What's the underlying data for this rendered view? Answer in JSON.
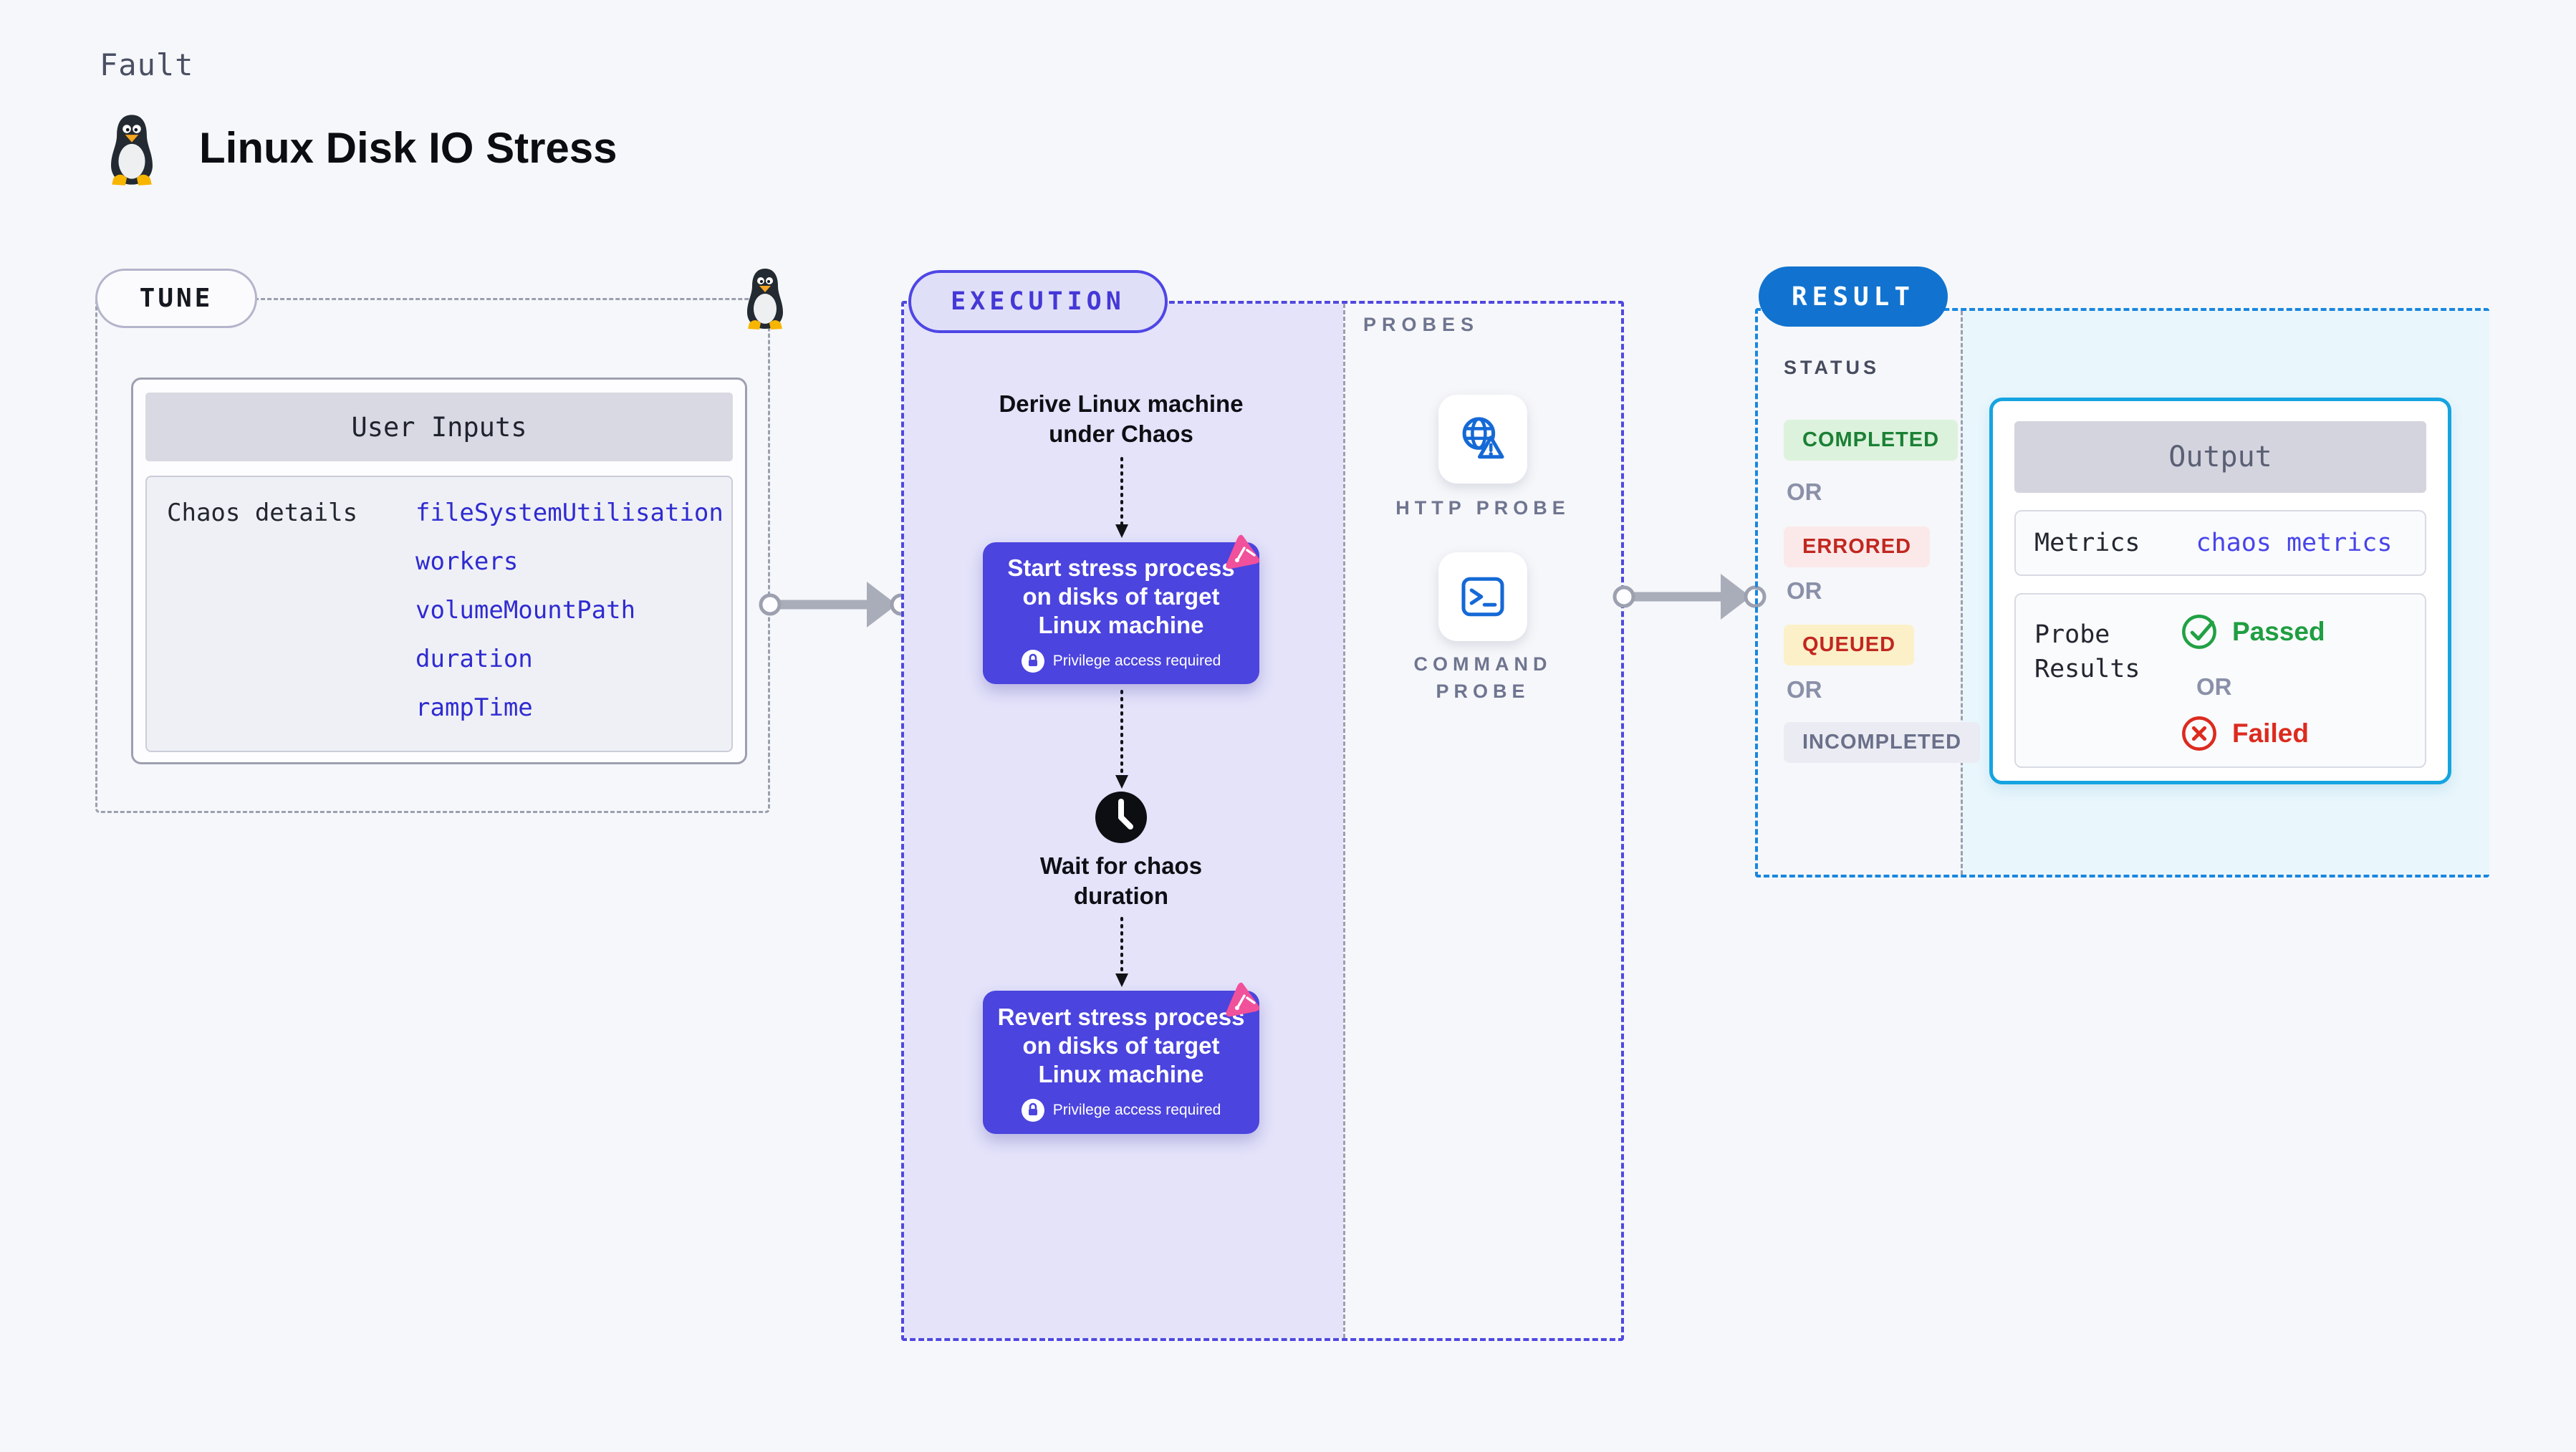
{
  "page": {
    "kicker": "Fault",
    "title": "Linux Disk IO Stress"
  },
  "tune": {
    "label": "TUNE",
    "card_title": "User Inputs",
    "row_label": "Chaos details",
    "params": [
      "fileSystemUtilisation",
      "workers",
      "volumeMountPath",
      "duration",
      "rampTime"
    ]
  },
  "execution": {
    "label": "EXECUTION",
    "derive_text": "Derive Linux machine under Chaos",
    "start_text": "Start stress process on disks of target Linux machine",
    "wait_text": "Wait for chaos duration",
    "revert_text": "Revert stress process on disks of target Linux machine",
    "privilege_text": "Privilege access required"
  },
  "probes": {
    "label": "PROBES",
    "http_label": "HTTP PROBE",
    "command_label": "COMMAND PROBE"
  },
  "result": {
    "label": "RESULT",
    "status_label": "STATUS",
    "or_text": "OR",
    "statuses": [
      {
        "text": "COMPLETED"
      },
      {
        "text": "ERRORED"
      },
      {
        "text": "QUEUED"
      },
      {
        "text": "INCOMPLETED"
      }
    ],
    "output": {
      "title": "Output",
      "metrics_label": "Metrics",
      "metrics_value": "chaos metrics",
      "probe_label": "Probe Results",
      "passed": "Passed",
      "failed": "Failed"
    }
  },
  "colors": {
    "accent_indigo": "#4b44de",
    "accent_blue": "#1173cf",
    "output_border": "#16a4e0",
    "completed_green": "#1b8035",
    "errored_red": "#c1271f",
    "passed_green": "#1f9e41",
    "failed_red": "#dc2b1f",
    "param_blue": "#2f2bd1",
    "litmus_pink": "#f1509b"
  }
}
